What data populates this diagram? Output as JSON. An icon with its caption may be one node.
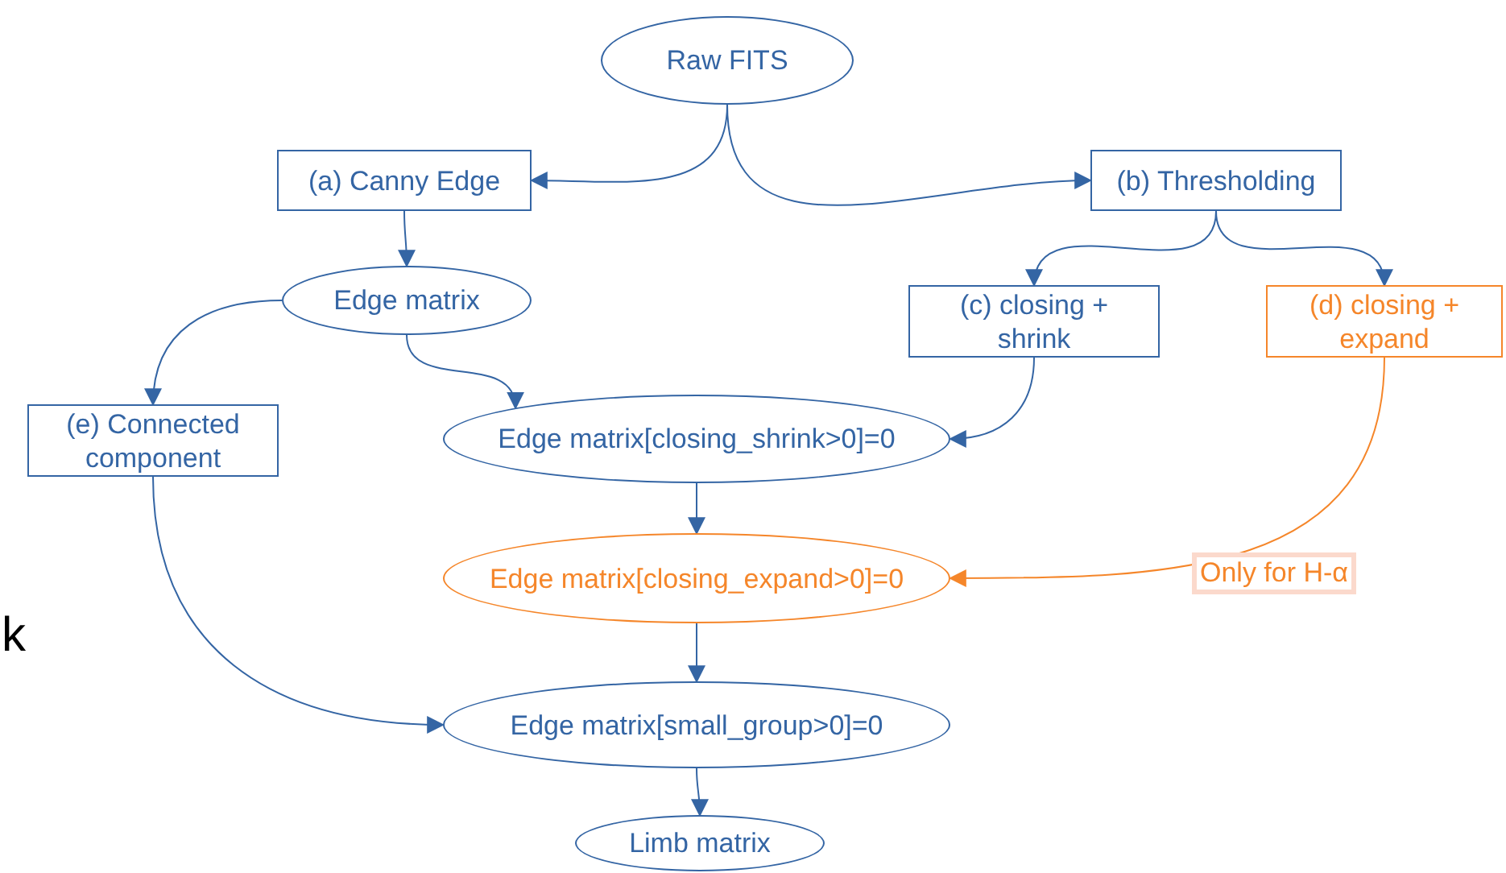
{
  "diagram": {
    "nodes": [
      {
        "text": [
          "Raw FITS"
        ]
      },
      {
        "text": [
          "(a) Canny Edge"
        ]
      },
      {
        "text": [
          "(b) Thresholding"
        ]
      },
      {
        "text": [
          "Edge matrix"
        ]
      },
      {
        "text": [
          "(c) closing + shrink"
        ]
      },
      {
        "text": [
          "(d) closing + expand"
        ]
      },
      {
        "text": [
          "(e) Connected component"
        ]
      },
      {
        "text": [
          "Edge matrix[closing_shrink>0]=0"
        ]
      },
      {
        "text": [
          "Edge matrix[closing_expand>0]=0"
        ]
      },
      {
        "text": [
          "Edge matrix[small_group>0]=0"
        ]
      },
      {
        "text": [
          "Limb matrix"
        ]
      }
    ],
    "edges": [
      {
        "from": 0,
        "to": 1,
        "arrow": "to"
      },
      {
        "from": 0,
        "to": 2,
        "arrow": "to"
      },
      {
        "from": 1,
        "to": 3,
        "arrow": "to"
      },
      {
        "from": 2,
        "to": 4,
        "arrow": "to"
      },
      {
        "from": 2,
        "to": 5,
        "arrow": "to"
      },
      {
        "from": 3,
        "to": 6,
        "arrow": "to"
      },
      {
        "from": 3,
        "to": 7,
        "arrow": "to"
      },
      {
        "from": 4,
        "to": 7,
        "arrow": "to"
      },
      {
        "from": 7,
        "to": 8,
        "arrow": "to"
      },
      {
        "from": 5,
        "to": 8,
        "arrow": "to",
        "label": "Only for H-α",
        "color": "#f5862a"
      },
      {
        "from": 8,
        "to": 9,
        "arrow": "to"
      },
      {
        "from": 6,
        "to": 9,
        "arrow": "to"
      },
      {
        "from": 9,
        "to": 10,
        "arrow": "to"
      }
    ],
    "labels": [
      "k"
    ]
  }
}
